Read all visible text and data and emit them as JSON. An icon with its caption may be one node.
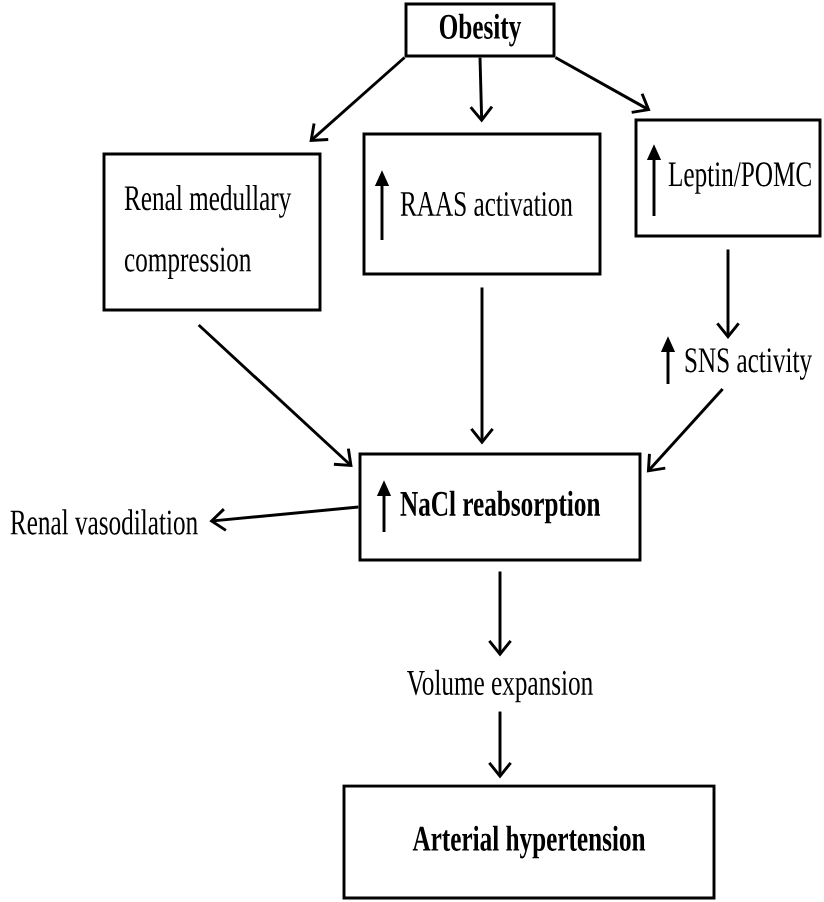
{
  "diagram": {
    "nodes": [
      {
        "text": [
          "Obesity"
        ]
      },
      {
        "text": [
          "Renal medullary compression"
        ]
      },
      {
        "text": [
          "RAAS activation"
        ]
      },
      {
        "text": [
          "Leptin/POMC"
        ]
      },
      {
        "text": [
          "SNS activity"
        ]
      },
      {
        "text": [
          "NaCl reabsorption"
        ]
      },
      {
        "text": [
          "Renal vasodilation"
        ]
      },
      {
        "text": [
          "Volume expansion"
        ]
      },
      {
        "text": [
          "Arterial hypertension"
        ]
      }
    ],
    "edges": [
      {
        "from": 0,
        "to": 1,
        "arrow": "to"
      },
      {
        "from": 0,
        "to": 2,
        "arrow": "to"
      },
      {
        "from": 0,
        "to": 3,
        "arrow": "to"
      },
      {
        "from": 3,
        "to": 4,
        "arrow": "to"
      },
      {
        "from": 1,
        "to": 5,
        "arrow": "to"
      },
      {
        "from": 2,
        "to": 5,
        "arrow": "to"
      },
      {
        "from": 4,
        "to": 5,
        "arrow": "to"
      },
      {
        "from": 5,
        "to": 6,
        "arrow": "to"
      },
      {
        "from": 5,
        "to": 7,
        "arrow": "to"
      },
      {
        "from": 7,
        "to": 8,
        "arrow": "to"
      }
    ]
  }
}
